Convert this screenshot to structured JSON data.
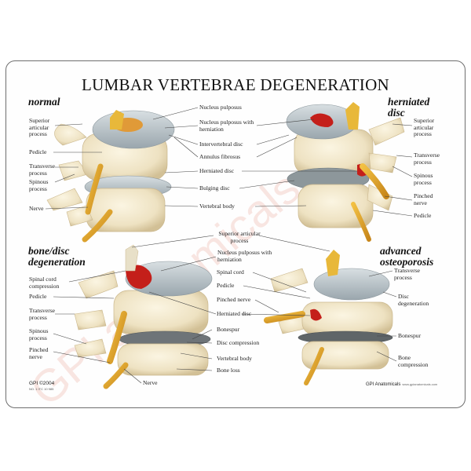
{
  "title": "LUMBAR VERTEBRAE DEGENERATION",
  "watermark": "GPI anatomicals",
  "panels": {
    "normal": {
      "heading": "normal",
      "labels_left": [
        "Superior articular process",
        "Pedicle",
        "Transverse process",
        "Spinous process",
        "Nerve"
      ]
    },
    "herniated": {
      "heading": "herniated disc",
      "labels_right": [
        "Superior articular process",
        "Transverse process",
        "Spinous process",
        "Pinched nerve",
        "Pedicle"
      ]
    },
    "bone_disc": {
      "heading": "bone/disc degeneration",
      "labels_left": [
        "Spinal cord compression",
        "Pedicle",
        "Transverse process",
        "Spinous process",
        "Pinched nerve"
      ]
    },
    "osteoporosis": {
      "heading": "advanced osteoporosis",
      "labels_right": [
        "Transverse process",
        "Disc degeneration",
        "Bonespur",
        "Bone compression"
      ]
    }
  },
  "center_top": [
    "Nucleus pulposus",
    "Nucleus pulposus with herniation",
    "Intervertebral disc",
    "Annulus fibrosus",
    "Herniated disc",
    "Bulging disc",
    "Vertebral body"
  ],
  "center_bottom": [
    "Superior articular process",
    "Nucleus pulposus with herniation",
    "Spinal cord",
    "Pedicle",
    "Pinched nerve",
    "Herniated disc",
    "Bonespur",
    "Disc compression",
    "Vertebral body",
    "Bone loss"
  ],
  "nerve_bottom_left": "Nerve",
  "footer": {
    "copyright": "GPI ©2004",
    "code": "NO. 1 ITC 10 985",
    "brand": "GPI Anatomicals",
    "url": "www.gpianatomicals.com"
  },
  "colors": {
    "bone": "#f3ead0",
    "bone_shadow": "#d9c9a2",
    "disc": "#b9c3c8",
    "nucleus": "#e0a040",
    "herniation": "#c8211c",
    "nerve": "#e2a626",
    "border": "#6e6e6e",
    "watermark": "#f2c8c0"
  }
}
